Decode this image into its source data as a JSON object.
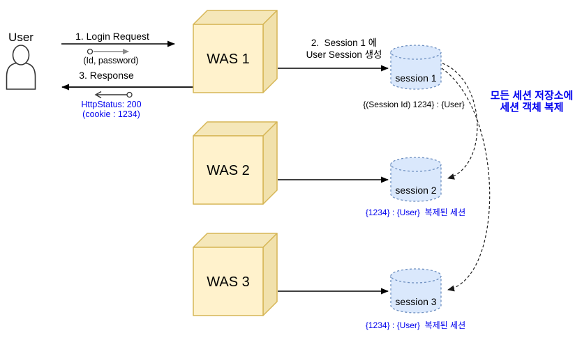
{
  "diagram": {
    "user_label": "User",
    "login": {
      "label": "1. Login Request",
      "params": "(Id, password)"
    },
    "response": {
      "label": "3. Response",
      "status": "HttpStatus: 200",
      "cookie": "(cookie : 1234)"
    },
    "create_session": {
      "line1": "2.  Session 1 에",
      "line2": "User Session 생성"
    },
    "servers": [
      {
        "label": "WAS 1"
      },
      {
        "label": "WAS 2"
      },
      {
        "label": "WAS 3"
      }
    ],
    "sessions": [
      {
        "label": "session 1",
        "note": "{(Session Id) 1234} : {User}"
      },
      {
        "label": "session 2",
        "note": "{1234} : {User}  복제된 세션"
      },
      {
        "label": "session 3",
        "note": "{1234} : {User}  복제된 세션"
      }
    ],
    "replication_note": {
      "line1": "모든 세션 저장소에",
      "line2": "세션 객체 복제"
    },
    "colors": {
      "server_fill": "#FFF2CC",
      "server_side_fill": "#F1E1AC",
      "server_stroke": "#D6B656",
      "session_fill": "#DAE8FC",
      "session_stroke": "#6C8EBF",
      "note_blue": "#0000EE",
      "arrow_black": "#000000",
      "mini_arrow_gray": "#8A8A8A"
    }
  }
}
